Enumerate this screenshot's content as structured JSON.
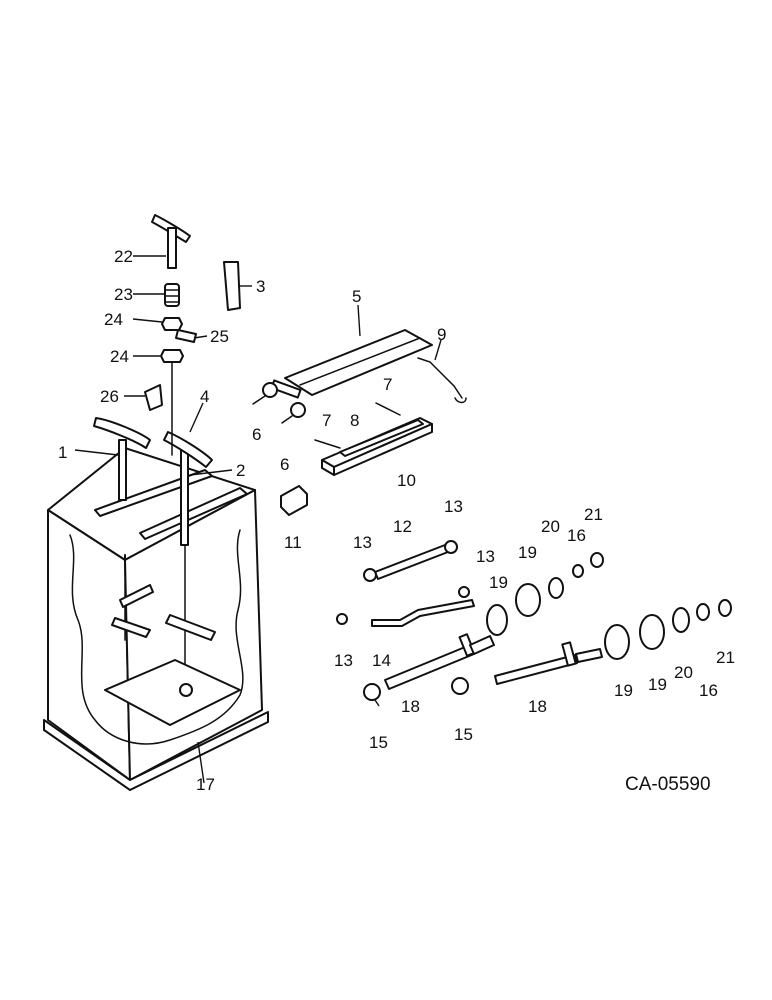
{
  "drawing": {
    "code": "CA-05590",
    "callouts": [
      "1",
      "2",
      "3",
      "4",
      "5",
      "6",
      "6",
      "7",
      "7",
      "8",
      "9",
      "10",
      "11",
      "12",
      "13",
      "13",
      "13",
      "13",
      "14",
      "15",
      "15",
      "16",
      "16",
      "17",
      "18",
      "18",
      "19",
      "19",
      "19",
      "19",
      "20",
      "20",
      "21",
      "21",
      "22",
      "23",
      "24",
      "24",
      "25",
      "26"
    ]
  }
}
